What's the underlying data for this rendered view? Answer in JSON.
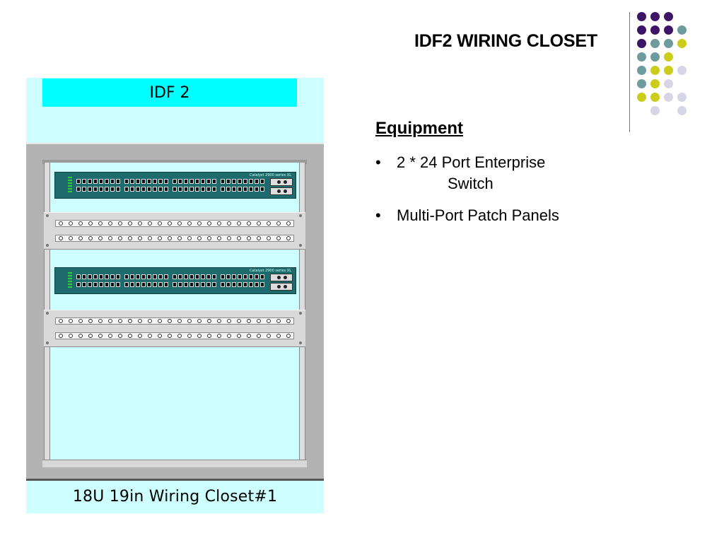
{
  "slide": {
    "title": "IDF2 WIRING CLOSET"
  },
  "rack": {
    "header": "IDF 2",
    "footer": "18U 19in Wiring Closet#1",
    "switch_brand": "Catalyst 2900 series XL"
  },
  "equipment": {
    "heading": "Equipment",
    "bullet_char": "•",
    "items": [
      {
        "line1": "2 * 24 Port Enterprise",
        "line2": "Switch"
      },
      {
        "line1": "Multi-Port Patch Panels",
        "line2": ""
      }
    ]
  },
  "colors": {
    "purple": "#3d1466",
    "teal": "#6e9c9c",
    "yellow": "#cccc1a",
    "lavender": "#d6d6e6",
    "rack_bg": "#ccfffe",
    "rack_header": "#00ffff",
    "switch_body": "#1d6b6d"
  },
  "icons": {
    "decor": "dot-grid-decoration",
    "switch": "network-switch-icon",
    "patch_panel": "patch-panel-icon"
  }
}
